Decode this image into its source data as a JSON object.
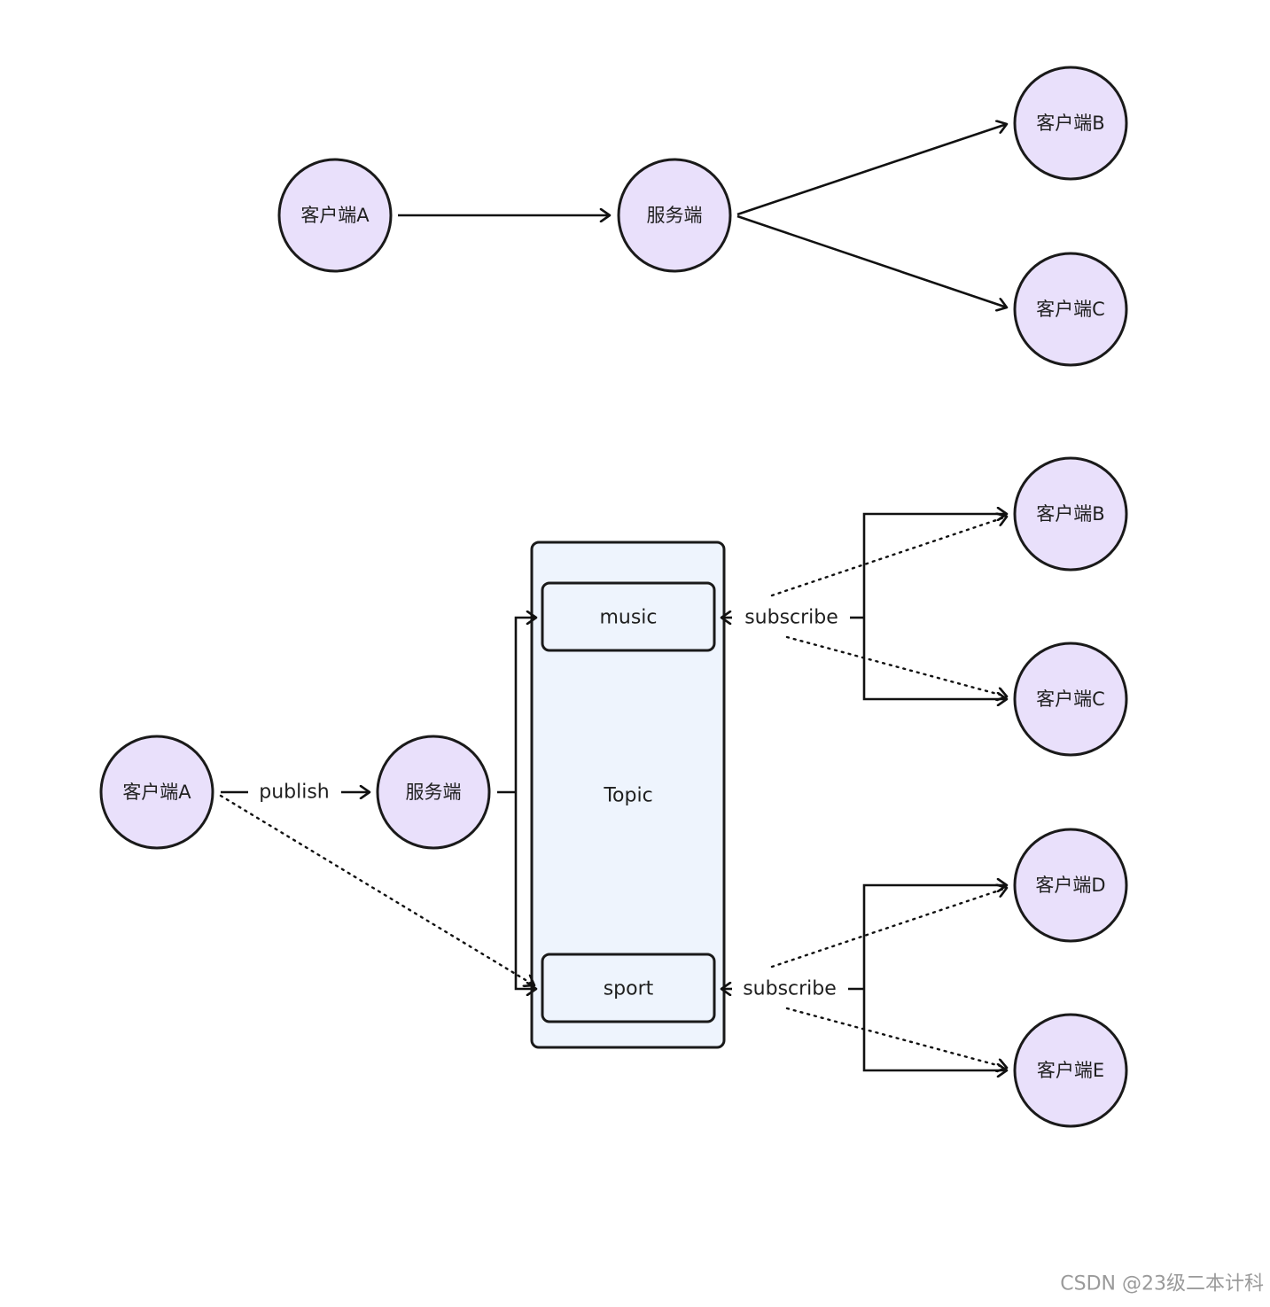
{
  "top_diagram": {
    "client_a": "客户端A",
    "server": "服务端",
    "client_b": "客户端B",
    "client_c": "客户端C"
  },
  "bottom_diagram": {
    "client_a": "客户端A",
    "publish_label": "publish",
    "server": "服务端",
    "topic_label": "Topic",
    "music_label": "music",
    "sport_label": "sport",
    "subscribe_music_label": "subscribe",
    "subscribe_sport_label": "subscribe",
    "client_b": "客户端B",
    "client_c": "客户端C",
    "client_d": "客户端D",
    "client_e": "客户端E"
  },
  "watermark": "CSDN @23级二本计科",
  "colors": {
    "node_fill": "#e9e0fb",
    "topic_fill": "#eef4fd",
    "stroke": "#1a1a1a"
  }
}
